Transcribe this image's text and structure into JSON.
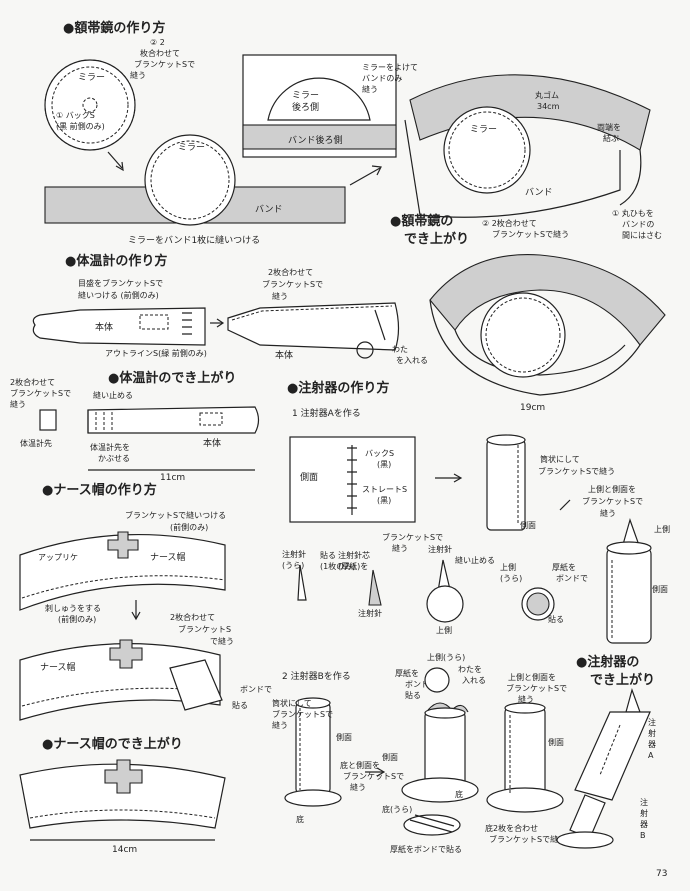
{
  "headings": {
    "forehead_mirror_howto": "●額帯鏡の作り方",
    "forehead_mirror_done_1": "●額帯鏡の",
    "forehead_mirror_done_2": "でき上がり",
    "thermometer_howto": "●体温計の作り方",
    "thermometer_done": "●体温計のでき上がり",
    "syringe_howto": "●注射器の作り方",
    "syringe_a": "1 注射器Aを作る",
    "syringe_b": "2 注射器Bを作る",
    "syringe_done_1": "●注射器の",
    "syringe_done_2": "でき上がり",
    "nurse_cap_howto": "●ナース帽の作り方",
    "nurse_cap_done": "●ナース帽のでき上がり"
  },
  "mirror": {
    "mirror_label": "ミラー",
    "step2_1": "② 2",
    "step2_2": "枚合わせて",
    "step2_3": "ブランケットSで",
    "step2_4": "縫う",
    "back_s_1": "① バックS",
    "back_s_2": "(黒 前側のみ)",
    "band_label": "バンド",
    "sew_band_note": "ミラーをバンド1枚に縫いつける",
    "band_back_label": "バンド後ろ側",
    "mirror_back_label_1": "ミラー",
    "mirror_back_label_2": "後ろ側",
    "mirror_band_only_1": "ミラーをよけて",
    "mirror_band_only_2": "バンドのみ",
    "mirror_band_only_3": "縫う",
    "rubber_1": "丸ゴム",
    "rubber_2": "34cm",
    "tie_ends_1": "両端を",
    "tie_ends_2": "結ぶ",
    "blanket_note_1": "② 2枚合わせて",
    "blanket_note_2": "ブランケットSで縫う",
    "hole_note_1": "① 丸ひもを",
    "hole_note_2": "バンドの",
    "hole_note_3": "間にはさむ",
    "size": "19cm"
  },
  "thermometer": {
    "scale_note_1": "目盛をブランケットSで",
    "scale_note_2": "縫いつける (前側のみ)",
    "body_label": "本体",
    "outline_note": "アウトラインS(緑 前側のみ)",
    "two_sheets_1": "2枚合わせて",
    "two_sheets_2": "ブランケットSで",
    "two_sheets_3": "縫う",
    "cotton_1": "わた",
    "cotton_2": "を入れる",
    "partial_1": "2枚合わせて",
    "partial_2": "ブランケットSで",
    "partial_3": "縫う",
    "partial_4": "体温計先",
    "stop_sew": "縫い止める",
    "cover_tip_1": "体温計先を",
    "cover_tip_2": "かぶせる",
    "size": "11cm"
  },
  "syringe_a": {
    "side_label": "側面",
    "back_s_1": "バックS",
    "back_s_2": "(黒)",
    "straight_s_1": "ストレートS",
    "straight_s_2": "(黒)",
    "tube_1": "筒状にして",
    "tube_2": "ブランケットSで縫う",
    "top_side_1": "上側と側面を",
    "top_side_2": "ブランケットSで",
    "top_side_3": "縫う",
    "top_label": "上側",
    "needle_back_1": "注射針",
    "needle_back_2": "(うら)",
    "paste_1": "貼る",
    "paste_2": "(1枚のみ)",
    "needle_core_1": "注射針芯",
    "needle_core_2": "(厚紙)を",
    "blanket_sew_1": "ブランケットSで",
    "blanket_sew_2": "縫う",
    "needle_label": "注射針",
    "stop_sew": "縫い止める",
    "top_back_1": "上側",
    "top_back_2": "(うら)",
    "cardboard_1": "厚紙を",
    "cardboard_2": "ボンドで",
    "cardboard_3": "貼る",
    "top_label_2": "上側"
  },
  "syringe_b": {
    "tube_1": "筒状にして",
    "tube_2": "ブランケットSで",
    "tube_3": "縫う",
    "side_label": "側面",
    "bottom_side_1": "底と側面を",
    "bottom_side_2": "ブランケットSで",
    "bottom_side_3": "縫う",
    "bottom_label": "底",
    "top_back": "上側(うら)",
    "cardboard_1": "厚紙を",
    "cardboard_2": "ボンドで",
    "cardboard_3": "貼る",
    "cotton_1": "わたを",
    "cotton_2": "入れる",
    "bottom_back": "底(うら)",
    "bond_note": "厚紙をボンドで貼る",
    "top_side_1": "上側と側面を",
    "top_side_2": "ブランケットSで",
    "top_side_3": "縫う",
    "bottom_two_1": "底2枚を合わせ",
    "bottom_two_2": "ブランケットSで縫う",
    "syringe_a_1": "注",
    "syringe_a_2": "射",
    "syringe_a_3": "器",
    "syringe_a_4": "A",
    "syringe_b_1": "注",
    "syringe_b_2": "射",
    "syringe_b_3": "器",
    "syringe_b_4": "B"
  },
  "nurse_cap": {
    "sew_note_1": "ブランケットSで縫いつける",
    "sew_note_2": "(前側のみ)",
    "applique": "アップリケ",
    "cap_label": "ナース帽",
    "embroidery_1": "刺しゅうをする",
    "embroidery_2": "(前側のみ)",
    "two_sheets_1": "2枚合わせて",
    "two_sheets_2": "ブランケットS",
    "two_sheets_3": "で縫う",
    "bond_1": "ボンドで",
    "bond_2": "貼る",
    "size": "14cm"
  },
  "page_number": "73"
}
